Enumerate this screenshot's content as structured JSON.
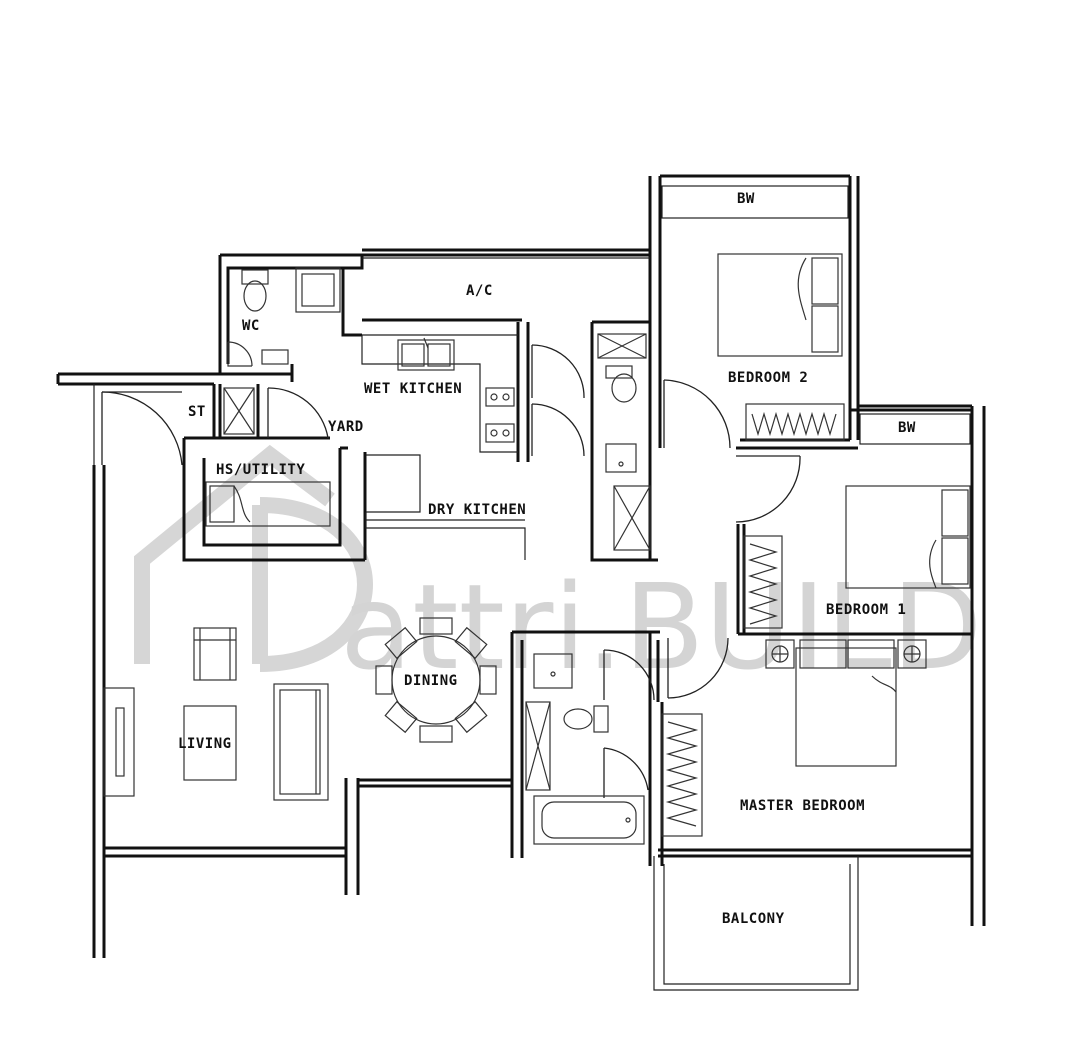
{
  "colors": {
    "wall": "#111111",
    "line": "#222222",
    "fixture": "#333333",
    "watermark": "#cfcfcf",
    "background": "#ffffff"
  },
  "rooms": {
    "wc": "WC",
    "ac": "A/C",
    "wet_kitchen": "WET KITCHEN",
    "st": "ST",
    "yard": "YARD",
    "hs_utility": "HS/UTILITY",
    "dry_kitchen": "DRY KITCHEN",
    "bedroom_2": "BEDROOM 2",
    "bw_1": "BW",
    "bw_2": "BW",
    "bedroom_1": "BEDROOM 1",
    "dining": "DINING",
    "living": "LIVING",
    "master_bedroom": "MASTER BEDROOM",
    "balcony": "BALCONY"
  },
  "watermark": {
    "text": "attri.BUILD",
    "icon": "house-d-logo-icon"
  }
}
